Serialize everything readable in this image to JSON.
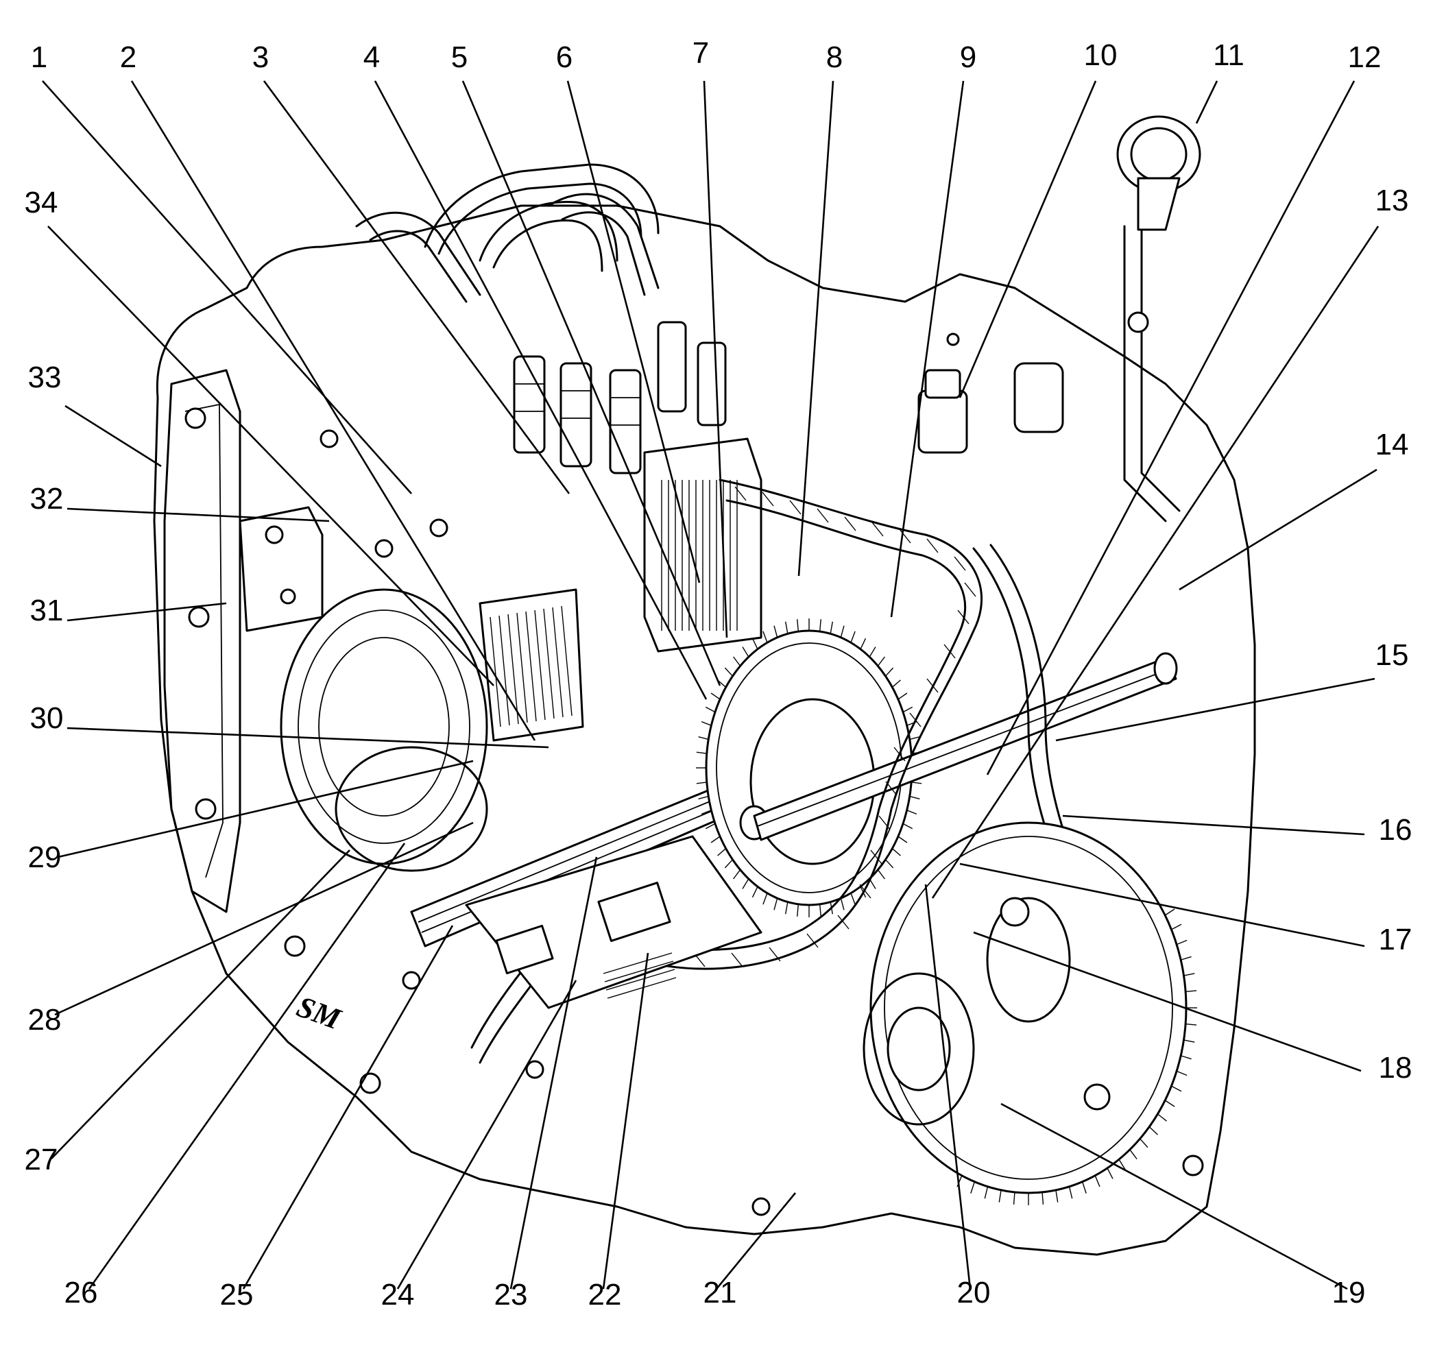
{
  "figure": {
    "callouts": [
      "1",
      "2",
      "3",
      "4",
      "5",
      "6",
      "7",
      "8",
      "9",
      "10",
      "11",
      "12",
      "13",
      "14",
      "15",
      "16",
      "17",
      "18",
      "19",
      "20",
      "21",
      "22",
      "23",
      "24",
      "25",
      "26",
      "27",
      "28",
      "29",
      "30",
      "31",
      "32",
      "33",
      "34"
    ],
    "watermark": "SM"
  }
}
